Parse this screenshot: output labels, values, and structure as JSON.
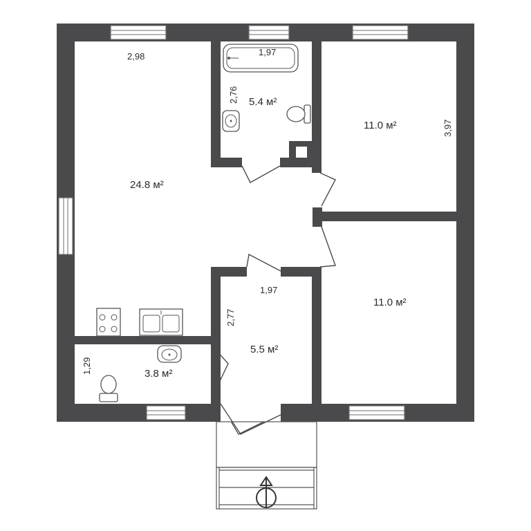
{
  "rooms": [
    {
      "id": "living",
      "area": "24.8 м²"
    },
    {
      "id": "bath-top",
      "area": "5.4 м²"
    },
    {
      "id": "bedroom-top",
      "area": "11.0 м²"
    },
    {
      "id": "bedroom-bottom",
      "area": "11.0 м²"
    },
    {
      "id": "hall",
      "area": "5.5 м²"
    },
    {
      "id": "wc",
      "area": "3.8 м²"
    }
  ],
  "dimensions": {
    "living_width": "2,98",
    "bath_width": "1,97",
    "bath_height": "2,76",
    "bedroom_height": "3,97",
    "hall_width": "1,97",
    "hall_height": "2,77",
    "wc_height": "1,29"
  }
}
